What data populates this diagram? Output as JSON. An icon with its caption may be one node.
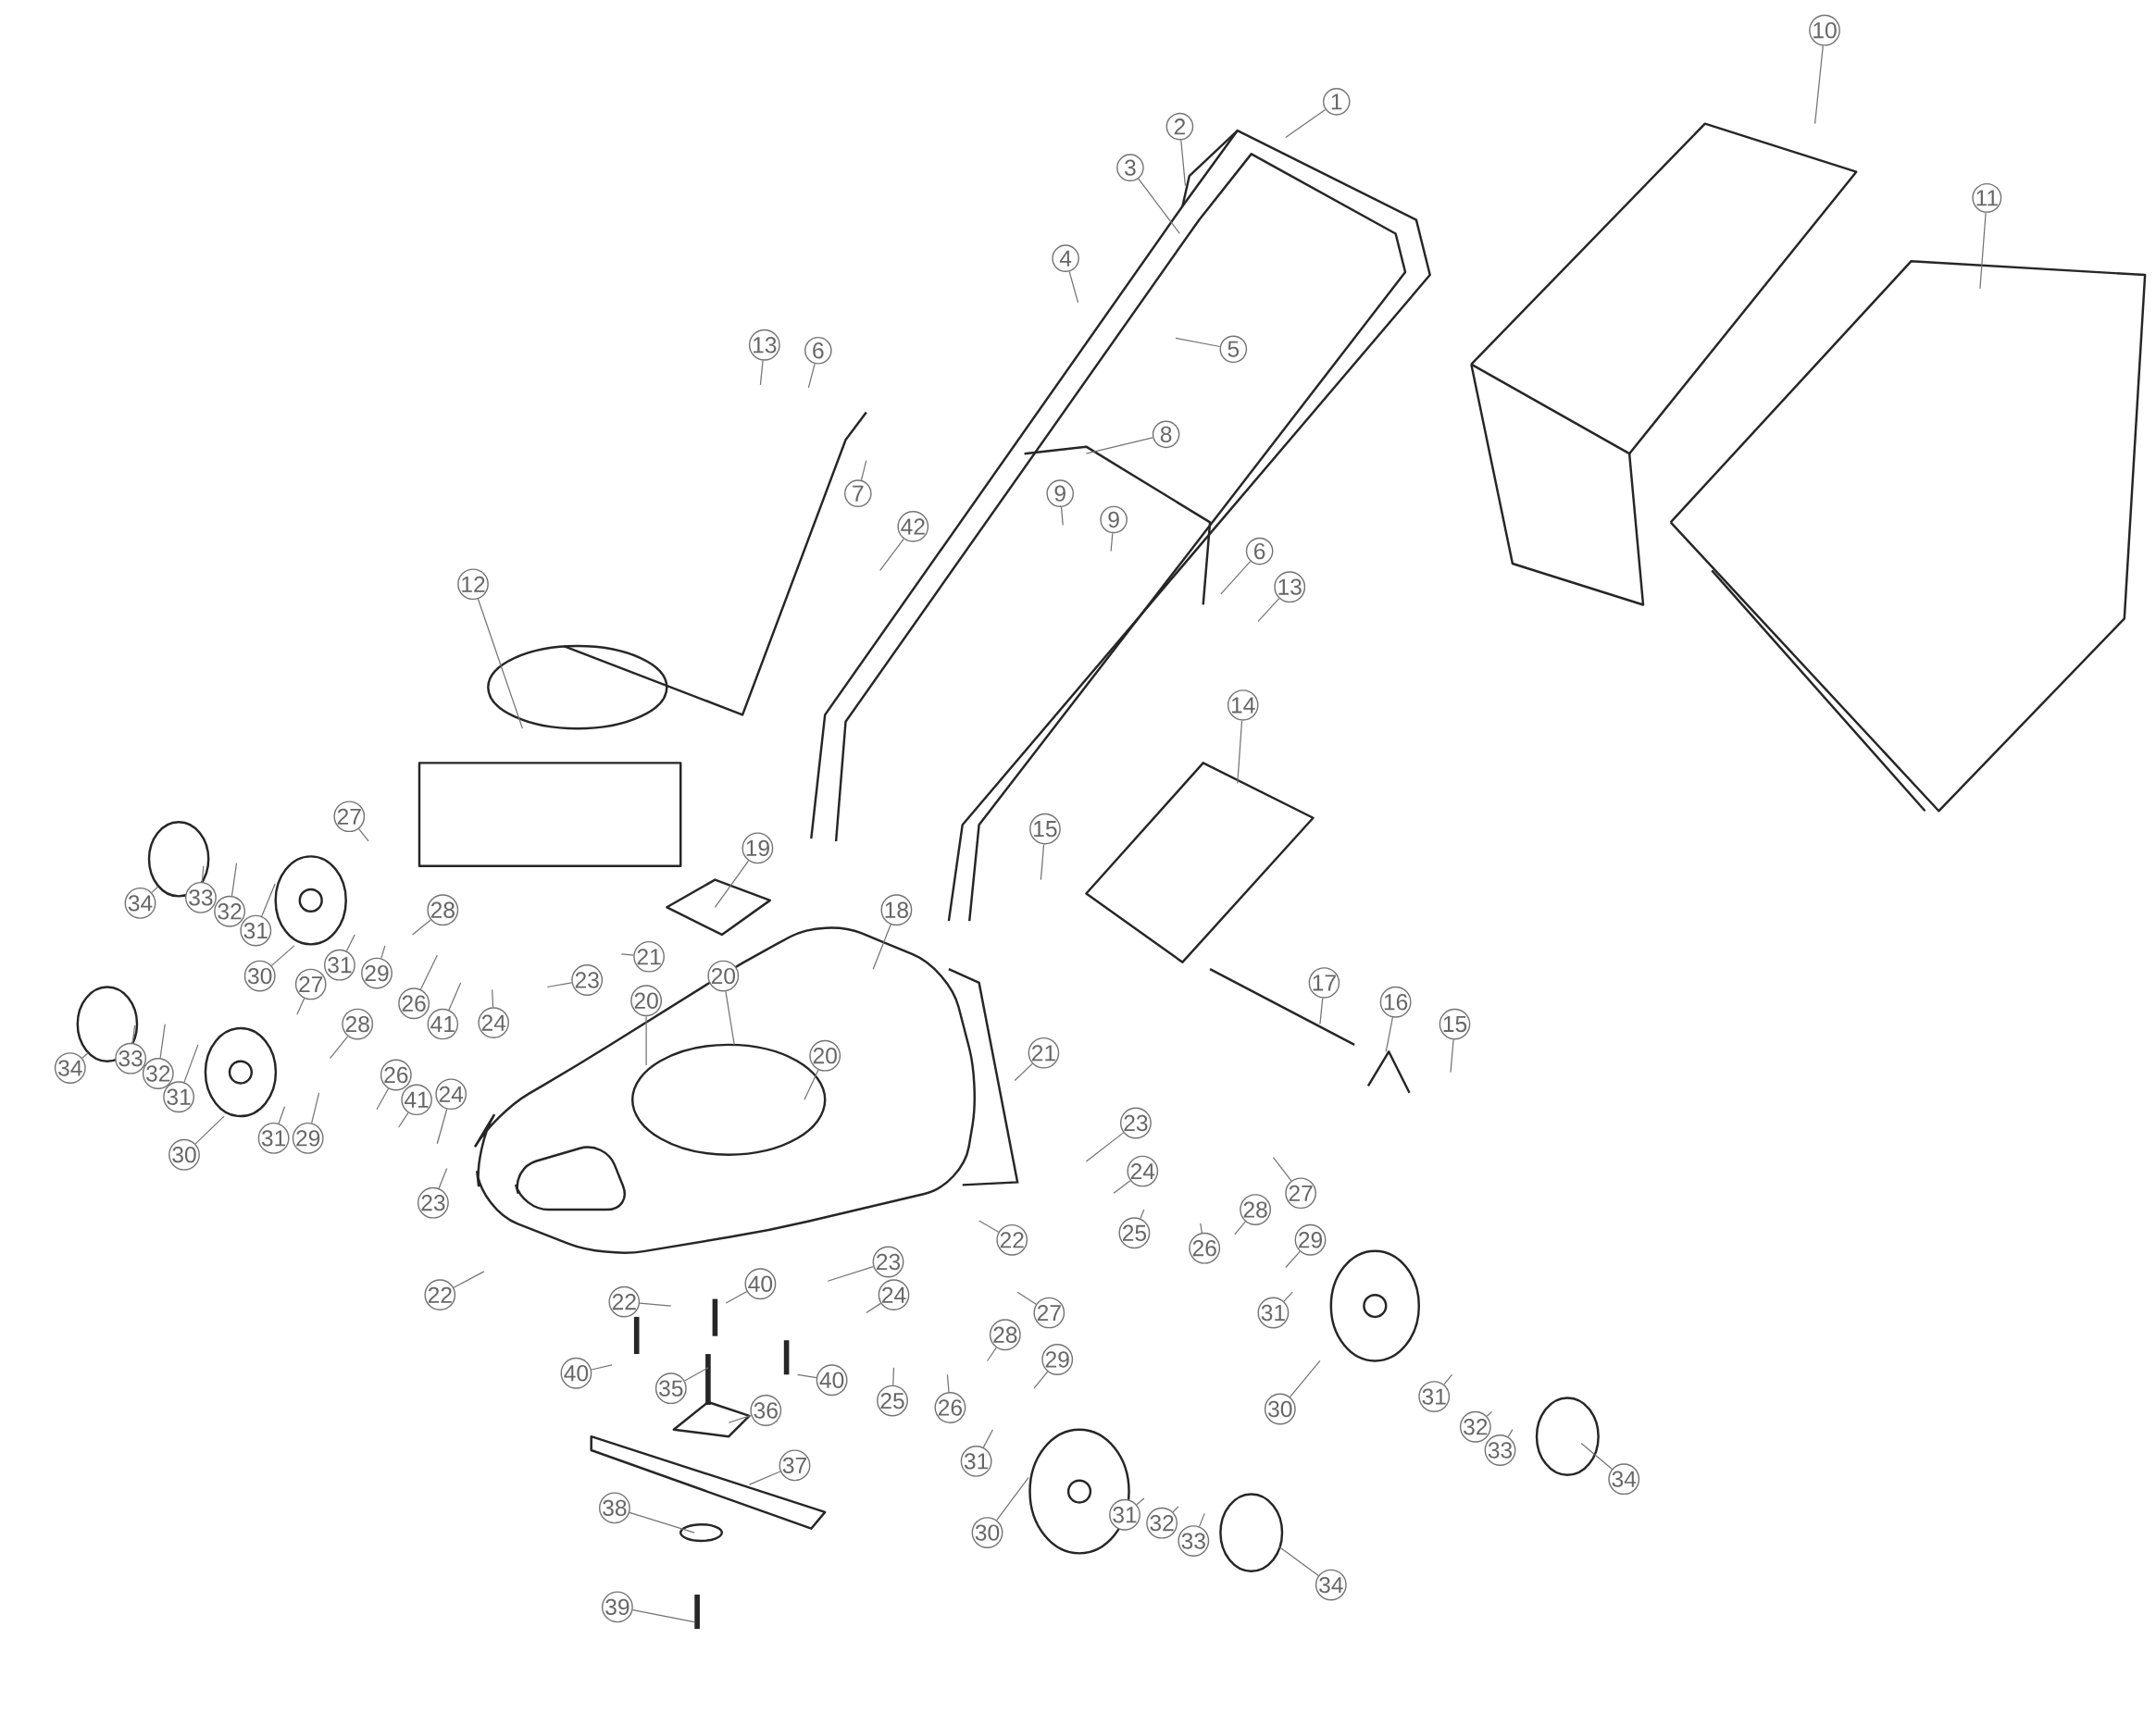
{
  "diagram": {
    "nodes": [
      {
        "text": [
          "1"
        ]
      },
      {
        "text": [
          "2"
        ]
      },
      {
        "text": [
          "3"
        ]
      },
      {
        "text": [
          "4"
        ]
      },
      {
        "text": [
          "5"
        ]
      },
      {
        "text": [
          "6"
        ]
      },
      {
        "text": [
          "13"
        ]
      },
      {
        "text": [
          "7"
        ]
      },
      {
        "text": [
          "8"
        ]
      },
      {
        "text": [
          "9"
        ]
      },
      {
        "text": [
          "9"
        ]
      },
      {
        "text": [
          "42"
        ]
      },
      {
        "text": [
          "6"
        ]
      },
      {
        "text": [
          "13"
        ]
      },
      {
        "text": [
          "10"
        ]
      },
      {
        "text": [
          "11"
        ]
      },
      {
        "text": [
          "12"
        ]
      },
      {
        "text": [
          "14"
        ]
      },
      {
        "text": [
          "15"
        ]
      },
      {
        "text": [
          "19"
        ]
      },
      {
        "text": [
          "18"
        ]
      },
      {
        "text": [
          "27"
        ]
      },
      {
        "text": [
          "34"
        ]
      },
      {
        "text": [
          "33"
        ]
      },
      {
        "text": [
          "32"
        ]
      },
      {
        "text": [
          "31"
        ]
      },
      {
        "text": [
          "30"
        ]
      },
      {
        "text": [
          "31"
        ]
      },
      {
        "text": [
          "29"
        ]
      },
      {
        "text": [
          "28"
        ]
      },
      {
        "text": [
          "26"
        ]
      },
      {
        "text": [
          "41"
        ]
      },
      {
        "text": [
          "24"
        ]
      },
      {
        "text": [
          "23"
        ]
      },
      {
        "text": [
          "21"
        ]
      },
      {
        "text": [
          "17"
        ]
      },
      {
        "text": [
          "16"
        ]
      },
      {
        "text": [
          "15"
        ]
      },
      {
        "text": [
          "20"
        ]
      },
      {
        "text": [
          "20"
        ]
      },
      {
        "text": [
          "20"
        ]
      },
      {
        "text": [
          "21"
        ]
      },
      {
        "text": [
          "27"
        ]
      },
      {
        "text": [
          "28"
        ]
      },
      {
        "text": [
          "34"
        ]
      },
      {
        "text": [
          "33"
        ]
      },
      {
        "text": [
          "32"
        ]
      },
      {
        "text": [
          "31"
        ]
      },
      {
        "text": [
          "30"
        ]
      },
      {
        "text": [
          "31"
        ]
      },
      {
        "text": [
          "29"
        ]
      },
      {
        "text": [
          "26"
        ]
      },
      {
        "text": [
          "41"
        ]
      },
      {
        "text": [
          "24"
        ]
      },
      {
        "text": [
          "23"
        ]
      },
      {
        "text": [
          "23"
        ]
      },
      {
        "text": [
          "24"
        ]
      },
      {
        "text": [
          "27"
        ]
      },
      {
        "text": [
          "28"
        ]
      },
      {
        "text": [
          "25"
        ]
      },
      {
        "text": [
          "29"
        ]
      },
      {
        "text": [
          "26"
        ]
      },
      {
        "text": [
          "22"
        ]
      },
      {
        "text": [
          "22"
        ]
      },
      {
        "text": [
          "22"
        ]
      },
      {
        "text": [
          "40"
        ]
      },
      {
        "text": [
          "23"
        ]
      },
      {
        "text": [
          "24"
        ]
      },
      {
        "text": [
          "27"
        ]
      },
      {
        "text": [
          "31"
        ]
      },
      {
        "text": [
          "30"
        ]
      },
      {
        "text": [
          "40"
        ]
      },
      {
        "text": [
          "35"
        ]
      },
      {
        "text": [
          "40"
        ]
      },
      {
        "text": [
          "25"
        ]
      },
      {
        "text": [
          "28"
        ]
      },
      {
        "text": [
          "29"
        ]
      },
      {
        "text": [
          "26"
        ]
      },
      {
        "text": [
          "36"
        ]
      },
      {
        "text": [
          "37"
        ]
      },
      {
        "text": [
          "31"
        ]
      },
      {
        "text": [
          "30"
        ]
      },
      {
        "text": [
          "31"
        ]
      },
      {
        "text": [
          "32"
        ]
      },
      {
        "text": [
          "33"
        ]
      },
      {
        "text": [
          "34"
        ]
      },
      {
        "text": [
          "38"
        ]
      },
      {
        "text": [
          "39"
        ]
      },
      {
        "text": [
          "31"
        ]
      },
      {
        "text": [
          "32"
        ]
      },
      {
        "text": [
          "33"
        ]
      },
      {
        "text": [
          "34"
        ]
      }
    ],
    "edges": [
      {
        "from": 0,
        "to": null,
        "arrow": "none"
      },
      {
        "from": 1,
        "to": null,
        "arrow": "none"
      },
      {
        "from": 2,
        "to": null,
        "arrow": "none"
      },
      {
        "from": 3,
        "to": null,
        "arrow": "none"
      },
      {
        "from": 4,
        "to": null,
        "arrow": "none"
      },
      {
        "from": 5,
        "to": null,
        "arrow": "none"
      },
      {
        "from": 6,
        "to": null,
        "arrow": "none"
      },
      {
        "from": 7,
        "to": null,
        "arrow": "none"
      },
      {
        "from": 8,
        "to": null,
        "arrow": "none"
      },
      {
        "from": 9,
        "to": null,
        "arrow": "none"
      },
      {
        "from": 10,
        "to": null,
        "arrow": "none"
      },
      {
        "from": 11,
        "to": null,
        "arrow": "none"
      },
      {
        "from": 12,
        "to": null,
        "arrow": "none"
      },
      {
        "from": 13,
        "to": null,
        "arrow": "none"
      },
      {
        "from": 14,
        "to": null,
        "arrow": "none"
      },
      {
        "from": 15,
        "to": null,
        "arrow": "none"
      },
      {
        "from": 16,
        "to": null,
        "arrow": "none"
      },
      {
        "from": 17,
        "to": null,
        "arrow": "none"
      },
      {
        "from": 18,
        "to": null,
        "arrow": "none"
      },
      {
        "from": 19,
        "to": null,
        "arrow": "none"
      },
      {
        "from": 20,
        "to": null,
        "arrow": "none"
      },
      {
        "from": 21,
        "to": null,
        "arrow": "none"
      },
      {
        "from": 22,
        "to": null,
        "arrow": "none"
      },
      {
        "from": 23,
        "to": null,
        "arrow": "none"
      },
      {
        "from": 24,
        "to": null,
        "arrow": "none"
      },
      {
        "from": 25,
        "to": null,
        "arrow": "none"
      },
      {
        "from": 26,
        "to": null,
        "arrow": "none"
      },
      {
        "from": 27,
        "to": null,
        "arrow": "none"
      },
      {
        "from": 28,
        "to": null,
        "arrow": "none"
      },
      {
        "from": 29,
        "to": null,
        "arrow": "none"
      },
      {
        "from": 30,
        "to": null,
        "arrow": "none"
      },
      {
        "from": 31,
        "to": null,
        "arrow": "none"
      },
      {
        "from": 32,
        "to": null,
        "arrow": "none"
      },
      {
        "from": 33,
        "to": null,
        "arrow": "none"
      },
      {
        "from": 34,
        "to": null,
        "arrow": "none"
      },
      {
        "from": 35,
        "to": null,
        "arrow": "none"
      },
      {
        "from": 36,
        "to": null,
        "arrow": "none"
      },
      {
        "from": 37,
        "to": null,
        "arrow": "none"
      },
      {
        "from": 38,
        "to": null,
        "arrow": "none"
      },
      {
        "from": 39,
        "to": null,
        "arrow": "none"
      },
      {
        "from": 40,
        "to": null,
        "arrow": "none"
      },
      {
        "from": 41,
        "to": null,
        "arrow": "none"
      },
      {
        "from": 42,
        "to": null,
        "arrow": "none"
      },
      {
        "from": 43,
        "to": null,
        "arrow": "none"
      },
      {
        "from": 44,
        "to": null,
        "arrow": "none"
      },
      {
        "from": 45,
        "to": null,
        "arrow": "none"
      },
      {
        "from": 46,
        "to": null,
        "arrow": "none"
      },
      {
        "from": 47,
        "to": null,
        "arrow": "none"
      },
      {
        "from": 48,
        "to": null,
        "arrow": "none"
      },
      {
        "from": 49,
        "to": null,
        "arrow": "none"
      },
      {
        "from": 50,
        "to": null,
        "arrow": "none"
      },
      {
        "from": 51,
        "to": null,
        "arrow": "none"
      },
      {
        "from": 52,
        "to": null,
        "arrow": "none"
      },
      {
        "from": 53,
        "to": null,
        "arrow": "none"
      },
      {
        "from": 54,
        "to": null,
        "arrow": "none"
      },
      {
        "from": 55,
        "to": null,
        "arrow": "none"
      },
      {
        "from": 56,
        "to": null,
        "arrow": "none"
      },
      {
        "from": 57,
        "to": null,
        "arrow": "none"
      },
      {
        "from": 58,
        "to": null,
        "arrow": "none"
      },
      {
        "from": 59,
        "to": null,
        "arrow": "none"
      },
      {
        "from": 60,
        "to": null,
        "arrow": "none"
      },
      {
        "from": 61,
        "to": null,
        "arrow": "none"
      },
      {
        "from": 62,
        "to": null,
        "arrow": "none"
      },
      {
        "from": 63,
        "to": null,
        "arrow": "none"
      },
      {
        "from": 64,
        "to": null,
        "arrow": "none"
      },
      {
        "from": 65,
        "to": null,
        "arrow": "none"
      },
      {
        "from": 66,
        "to": null,
        "arrow": "none"
      },
      {
        "from": 67,
        "to": null,
        "arrow": "none"
      },
      {
        "from": 68,
        "to": null,
        "arrow": "none"
      },
      {
        "from": 69,
        "to": null,
        "arrow": "none"
      },
      {
        "from": 70,
        "to": null,
        "arrow": "none"
      },
      {
        "from": 71,
        "to": null,
        "arrow": "none"
      },
      {
        "from": 72,
        "to": null,
        "arrow": "none"
      },
      {
        "from": 73,
        "to": null,
        "arrow": "none"
      },
      {
        "from": 74,
        "to": null,
        "arrow": "none"
      },
      {
        "from": 75,
        "to": null,
        "arrow": "none"
      },
      {
        "from": 76,
        "to": null,
        "arrow": "none"
      },
      {
        "from": 77,
        "to": null,
        "arrow": "none"
      },
      {
        "from": 78,
        "to": null,
        "arrow": "none"
      },
      {
        "from": 79,
        "to": null,
        "arrow": "none"
      },
      {
        "from": 80,
        "to": null,
        "arrow": "none"
      },
      {
        "from": 81,
        "to": null,
        "arrow": "none"
      },
      {
        "from": 82,
        "to": null,
        "arrow": "none"
      },
      {
        "from": 83,
        "to": null,
        "arrow": "none"
      },
      {
        "from": 84,
        "to": null,
        "arrow": "none"
      },
      {
        "from": 85,
        "to": null,
        "arrow": "none"
      },
      {
        "from": 86,
        "to": null,
        "arrow": "none"
      },
      {
        "from": 87,
        "to": null,
        "arrow": "none"
      },
      {
        "from": 88,
        "to": null,
        "arrow": "none"
      },
      {
        "from": 89,
        "to": null,
        "arrow": "none"
      },
      {
        "from": 90,
        "to": null,
        "arrow": "none"
      },
      {
        "from": 91,
        "to": null,
        "arrow": "none"
      }
    ]
  }
}
